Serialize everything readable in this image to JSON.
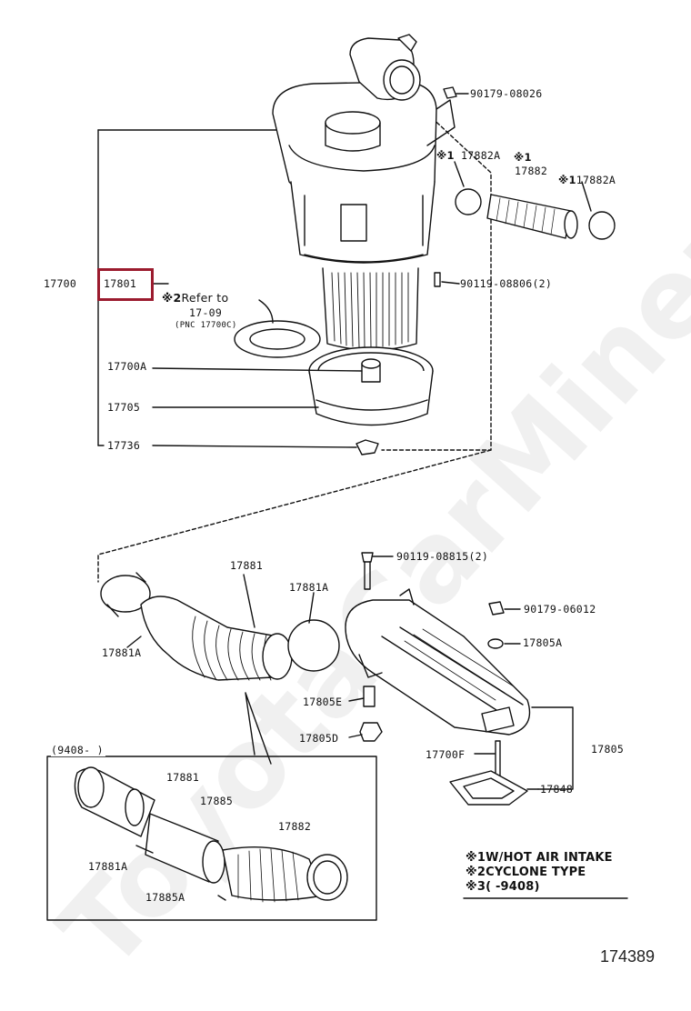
{
  "watermark": "ToyotaCarMiner.ru",
  "figure_number": "174389",
  "highlight_color": "#9b1b2e",
  "labels": {
    "p90179_08026": "90179-08026",
    "p17882A_top": "17882A",
    "mark1_top": "※1",
    "p17882": "17882",
    "mark1b": "※1",
    "p17882A_right": "17882A",
    "p17700": "17700",
    "p17801": "17801",
    "p90119_08806": "90119-08806(2)",
    "refer_mark": "※2",
    "refer_text": "Refer to",
    "refer_page": "17-09",
    "refer_pnc": "(PNC 17700C)",
    "p17700A": "17700A",
    "p17705": "17705",
    "p17736": "17736",
    "p90119_08815": "90119-08815(2)",
    "p17881_top": "17881",
    "p17881A_mid": "17881A",
    "p90179_06012": "90179-06012",
    "p17881A_left": "17881A",
    "p17805A": "17805A",
    "p17805E": "17805E",
    "p17805D": "17805D",
    "p17700F": "17700F",
    "p17805": "17805",
    "p17848": "17848",
    "inset_range": "(9408-      )",
    "inset_17881": "17881",
    "inset_17885": "17885",
    "inset_17882": "17882",
    "inset_17881A": "17881A",
    "inset_17885A": "17885A"
  },
  "legend": [
    {
      "mark": "※1",
      "text": "W/HOT AIR INTAKE"
    },
    {
      "mark": "※2",
      "text": "CYCLONE TYPE"
    },
    {
      "mark": "※3",
      "text": "(      -9408)"
    }
  ]
}
